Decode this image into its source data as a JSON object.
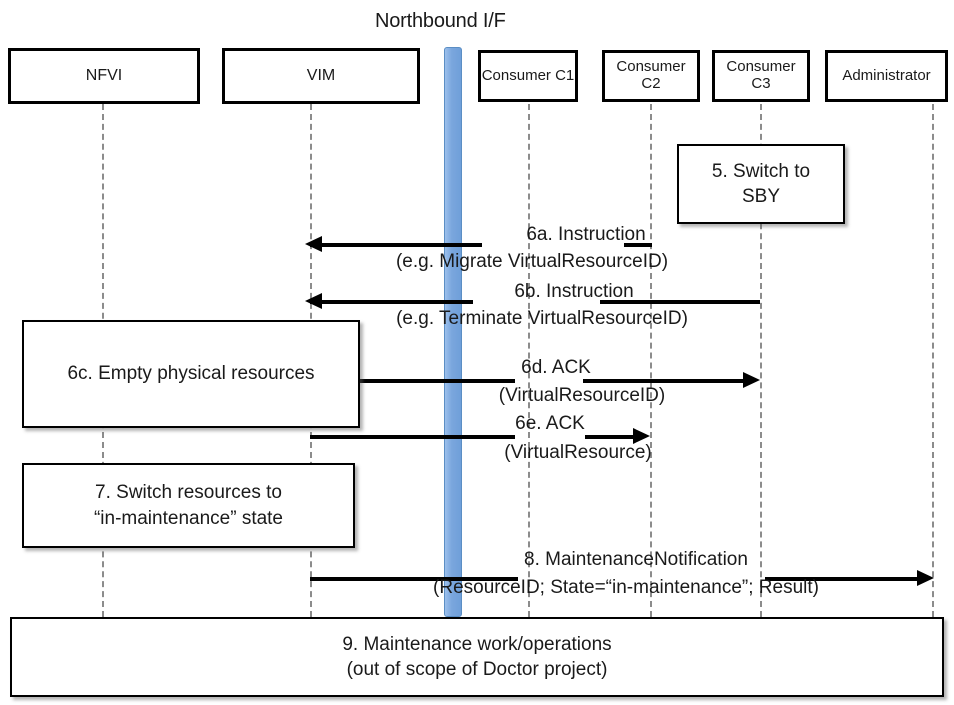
{
  "diagram": {
    "title": "Northbound I/F",
    "colors": {
      "northbound_bar": "#7aa6dd",
      "lifeline": "#8c8c8c",
      "outline": "#000000",
      "background": "#ffffff"
    }
  },
  "actors": [
    {
      "id": "nfvi",
      "label": "NFVI"
    },
    {
      "id": "vim",
      "label": "VIM"
    },
    {
      "id": "c1",
      "label_line1": "Consumer",
      "label_line2": "C1"
    },
    {
      "id": "c2",
      "label_line1": "Consumer",
      "label_line2": "C2"
    },
    {
      "id": "c3",
      "label_line1": "Consumer",
      "label_line2": "C3"
    },
    {
      "id": "admin",
      "label": "Administrator"
    }
  ],
  "notes": {
    "switch_sby": {
      "line1": "5. Switch to",
      "line2": "SBY"
    },
    "empty_physical": {
      "line1": "6c. Empty physical resources"
    },
    "switch_maintenance": {
      "line1": "7. Switch resources to",
      "line2": "“in-maintenance” state"
    },
    "maintenance_work": {
      "line1": "9. Maintenance work/operations",
      "line2": "(out of scope of Doctor project)"
    }
  },
  "messages": [
    {
      "id": "6a",
      "line1": "6a. Instruction",
      "line2": "(e.g. Migrate VirtualResourceID)",
      "from": "c2",
      "to": "vim",
      "direction": "left"
    },
    {
      "id": "6b",
      "line1": "6b. Instruction",
      "line2": "(e.g. Terminate VirtualResourceID)",
      "from": "c3",
      "to": "vim",
      "direction": "left"
    },
    {
      "id": "6d",
      "line1": "6d. ACK",
      "line2": "(VirtualResourceID)",
      "from": "nfvi",
      "to": "c3",
      "direction": "right"
    },
    {
      "id": "6e",
      "line1": "6e. ACK",
      "line2": "(VirtualResource)",
      "from": "vim",
      "to": "c2",
      "direction": "right"
    },
    {
      "id": "8",
      "line1": "8.     MaintenanceNotification",
      "line2": "(ResourceID; State=“in-maintenance”; Result)",
      "from": "vim",
      "to": "admin",
      "direction": "right"
    }
  ]
}
